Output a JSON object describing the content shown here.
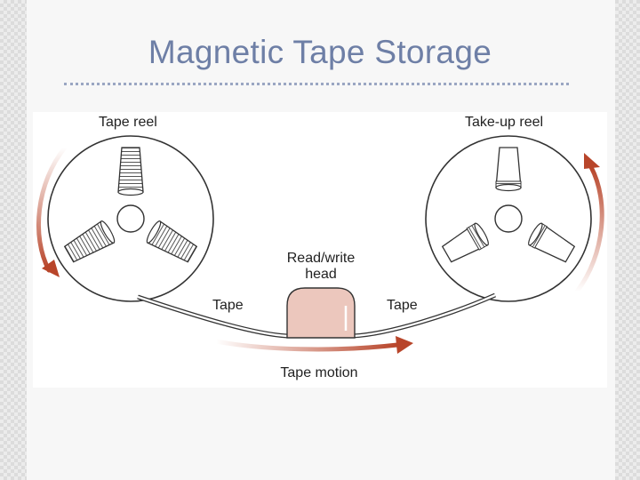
{
  "slide": {
    "title": "Magnetic Tape Storage"
  },
  "diagram": {
    "labels": {
      "tape_reel": "Tape reel",
      "take_up_reel": "Take-up reel",
      "read_write_head_line1": "Read/write",
      "read_write_head_line2": "head",
      "tape_left": "Tape",
      "tape_right": "Tape",
      "tape_motion": "Tape motion"
    },
    "colors": {
      "arrow": "#b8452a",
      "head_fill": "#ecc7bd",
      "title": "#6e7fa6"
    }
  }
}
